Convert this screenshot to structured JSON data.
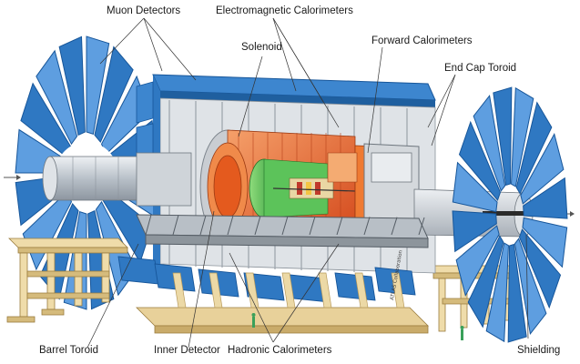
{
  "colors": {
    "muon_blue": "#2f78c2",
    "muon_blue_dark": "#17569a",
    "muon_blue_light": "#5e9ee0",
    "support_tan": "#ecd9a6",
    "support_tan_dark": "#b89a5a",
    "shielding_grey": "#c9cdd2",
    "calorimeter_orange": "#e45a1e",
    "inner_green": "#49b04a",
    "structure_grey": "#9fa6ad"
  },
  "labels": {
    "muon_detectors": "Muon Detectors",
    "electromagnetic_calorimeters": "Electromagnetic Calorimeters",
    "solenoid": "Solenoid",
    "forward_calorimeters": "Forward Calorimeters",
    "end_cap_toroid": "End Cap Toroid",
    "barrel_toroid": "Barrel Toroid",
    "inner_detector": "Inner Detector",
    "hadronic_calorimeters": "Hadronic Calorimeters",
    "shielding": "Shielding"
  },
  "credit": "ATLAS Collaboration"
}
